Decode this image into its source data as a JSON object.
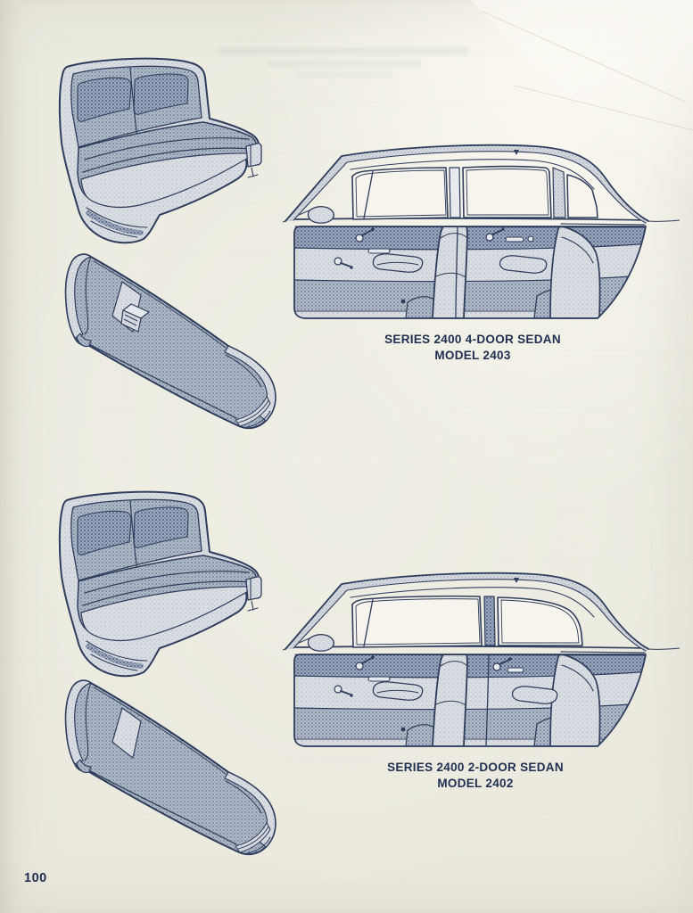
{
  "page": {
    "number": "100"
  },
  "captions": {
    "sedan4": {
      "line1": "SERIES 2400 4-DOOR SEDAN",
      "line2": "MODEL 2403"
    },
    "sedan2": {
      "line1": "SERIES 2400 2-DOOR SEDAN",
      "line2": "MODEL 2402"
    }
  },
  "colors": {
    "paper": "#edebe0",
    "ink_outline": "#2f3d5c",
    "caption_text": "#203052",
    "fabric_mid": "#aab4c2",
    "fabric_dark": "#96a1b5",
    "trim_light": "#d8dbe0",
    "window_white": "#f6f4ec"
  }
}
